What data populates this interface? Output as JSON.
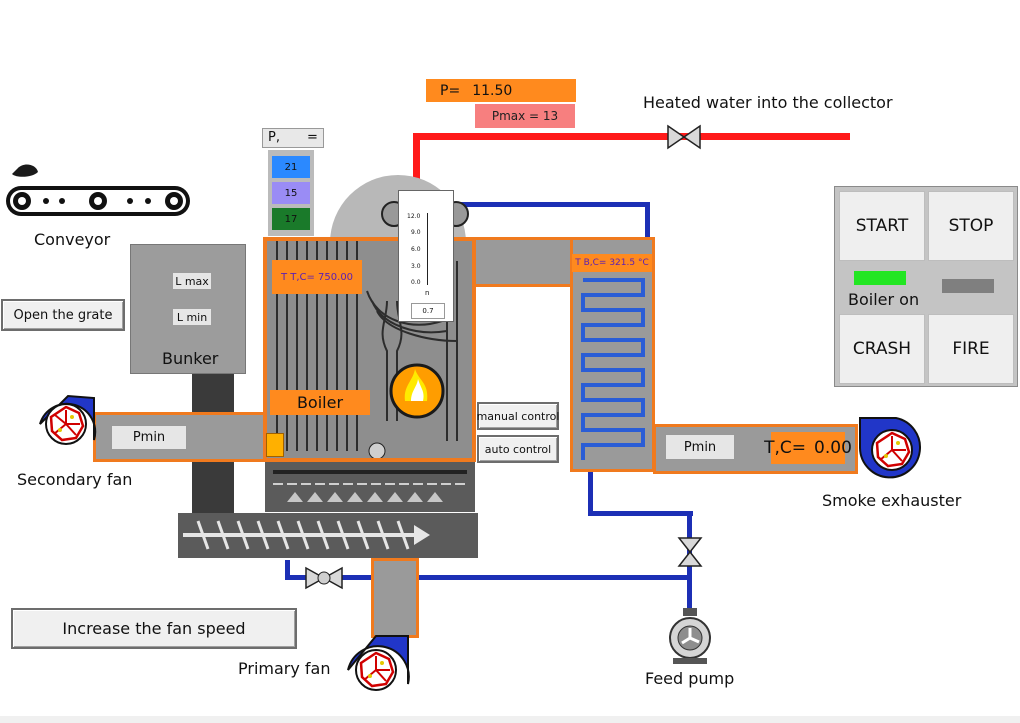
{
  "pressure": {
    "label": "P=",
    "value": "11.50",
    "max_label": "Pmax = 13"
  },
  "collector_label": "Heated water into the collector",
  "p_panel": {
    "label": "P,",
    "eq": "=",
    "levels": [
      "21",
      "15",
      "17"
    ]
  },
  "conveyor_label": "Conveyor",
  "bunker": {
    "label": "Bunker",
    "lmax": "L max",
    "lmin": "L min"
  },
  "open_grate_label": "Open the grate",
  "secondary_fan_label": "Secondary fan",
  "primary_fan_label": "Primary fan",
  "smoke_exhauster_label": "Smoke exhauster",
  "feed_pump_label": "Feed pump",
  "boiler": {
    "label": "Boiler",
    "temp": "T T,C=  750.00"
  },
  "gauge": {
    "ticks": [
      "12.0",
      "9.0",
      "6.0",
      "3.0",
      "0.0"
    ],
    "unit": "n",
    "value": "0.7"
  },
  "economizer_temp": "T B,C=  321.5 °C",
  "smoke_temp": {
    "label": "T,C=",
    "value": "0.00"
  },
  "pmin_left": "Pmin",
  "pmin_right": "Pmin",
  "manual_control_label": "manual control",
  "auto_control_label": "auto control",
  "increase_fan_label": "Increase the fan speed",
  "control_panel": {
    "start": "START",
    "stop": "STOP",
    "boiler_on": "Boiler on",
    "crash": "CRASH",
    "fire": "FIRE"
  },
  "colors": {
    "pipe_hot": "#ff1a1a",
    "pipe_cold": "#1c2fb5",
    "accent": "#f07a1e",
    "indicator_on": "#22e622"
  }
}
